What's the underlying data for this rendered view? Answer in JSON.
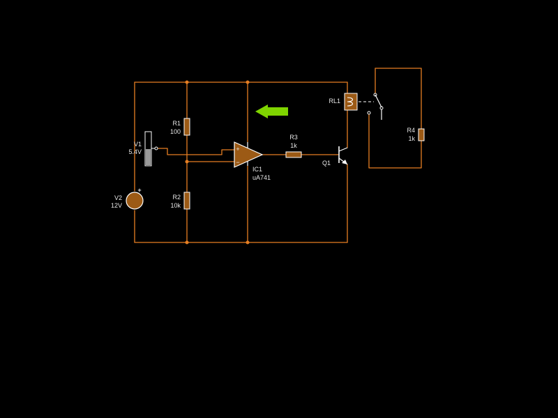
{
  "colors": {
    "background": "#000000",
    "wire": "#e67e22",
    "component_body": "#9c5a15",
    "pin": "#ffffff",
    "text": "#e6e6e6",
    "arrow": "#7fd400"
  },
  "components": {
    "v1": {
      "ref": "V1",
      "value": "5.4V"
    },
    "v2": {
      "ref": "V2",
      "value": "12V",
      "polarity": "+"
    },
    "r1": {
      "ref": "R1",
      "value": "100"
    },
    "r2": {
      "ref": "R2",
      "value": "10k"
    },
    "r3": {
      "ref": "R3",
      "value": "1k"
    },
    "r4": {
      "ref": "R4",
      "value": "1k"
    },
    "ic1": {
      "ref": "IC1",
      "value": "uA741",
      "plus": "+",
      "minus": "−"
    },
    "q1": {
      "ref": "Q1"
    },
    "rl1": {
      "ref": "RL1"
    }
  },
  "icons": [
    "pointer-arrow-icon"
  ]
}
